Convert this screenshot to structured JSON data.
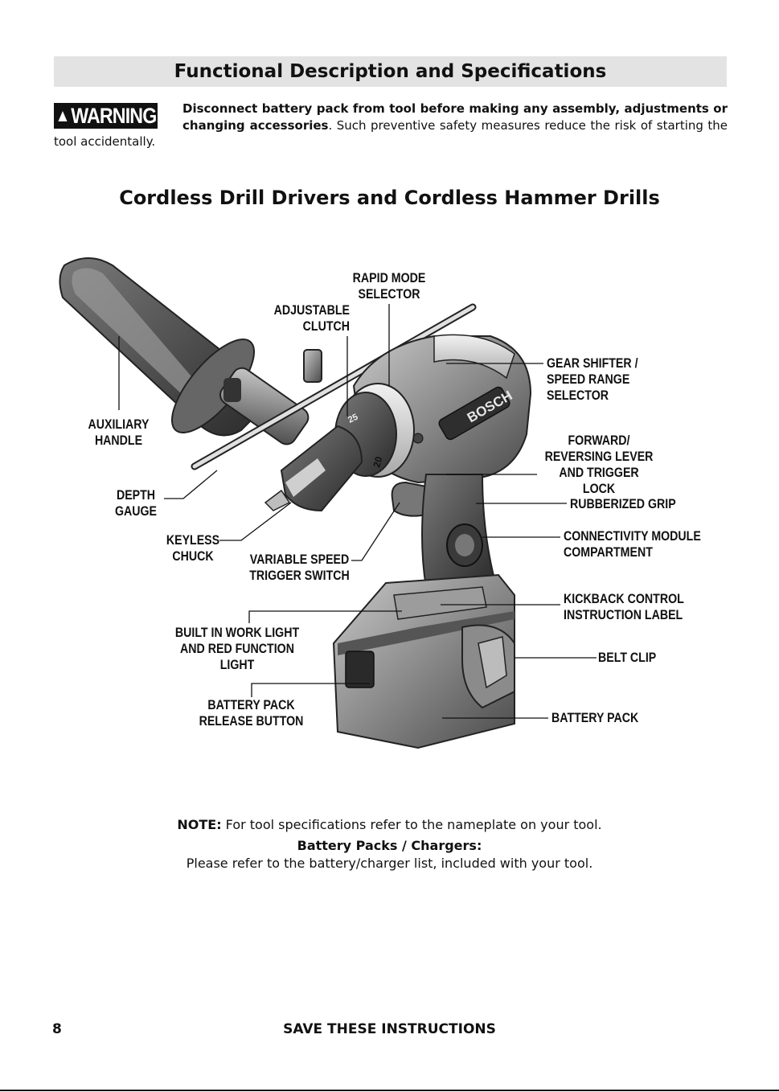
{
  "header": {
    "title": "Functional Description and Specifications"
  },
  "warning": {
    "badge_label": "WARNING",
    "bold_text": "Disconnect battery pack from tool before making any assembly, adjustments or changing accessories",
    "rest_text": ". Such preventive safety measures reduce the risk of starting the tool accidentally."
  },
  "section": {
    "title": "Cordless Drill Drivers and Cordless Hammer Drills"
  },
  "diagram": {
    "brand": "BOSCH",
    "clutch_numbers": [
      "20",
      "25"
    ],
    "labels": {
      "rapid_mode": "RAPID MODE\nSELECTOR",
      "adjustable_clutch": "ADJUSTABLE\nCLUTCH",
      "gear_shifter": "GEAR SHIFTER /\nSPEED RANGE\nSELECTOR",
      "auxiliary_handle": "AUXILIARY\nHANDLE",
      "forward_reversing": "FORWARD/\nREVERSING LEVER\nAND TRIGGER LOCK",
      "depth_gauge": "DEPTH\nGAUGE",
      "rubberized_grip": "RUBBERIZED GRIP",
      "keyless_chuck": "KEYLESS\nCHUCK",
      "variable_speed": "VARIABLE SPEED\nTRIGGER SWITCH",
      "connectivity": "CONNECTIVITY MODULE\nCOMPARTMENT",
      "kickback": "KICKBACK CONTROL\nINSTRUCTION LABEL",
      "work_light": "BUILT IN WORK LIGHT\nAND RED FUNCTION\nLIGHT",
      "belt_clip": "BELT CLIP",
      "battery_release": "BATTERY PACK\nRELEASE BUTTON",
      "battery_pack": "BATTERY PACK"
    }
  },
  "notes": {
    "note_label": "NOTE:",
    "note_text": " For tool specifications refer to the nameplate on your tool.",
    "battery_heading": "Battery Packs / Chargers:",
    "battery_text": "Please refer to the battery/charger list, included with your tool."
  },
  "footer": {
    "page_number": "8",
    "text": "SAVE THESE INSTRUCTIONS"
  }
}
